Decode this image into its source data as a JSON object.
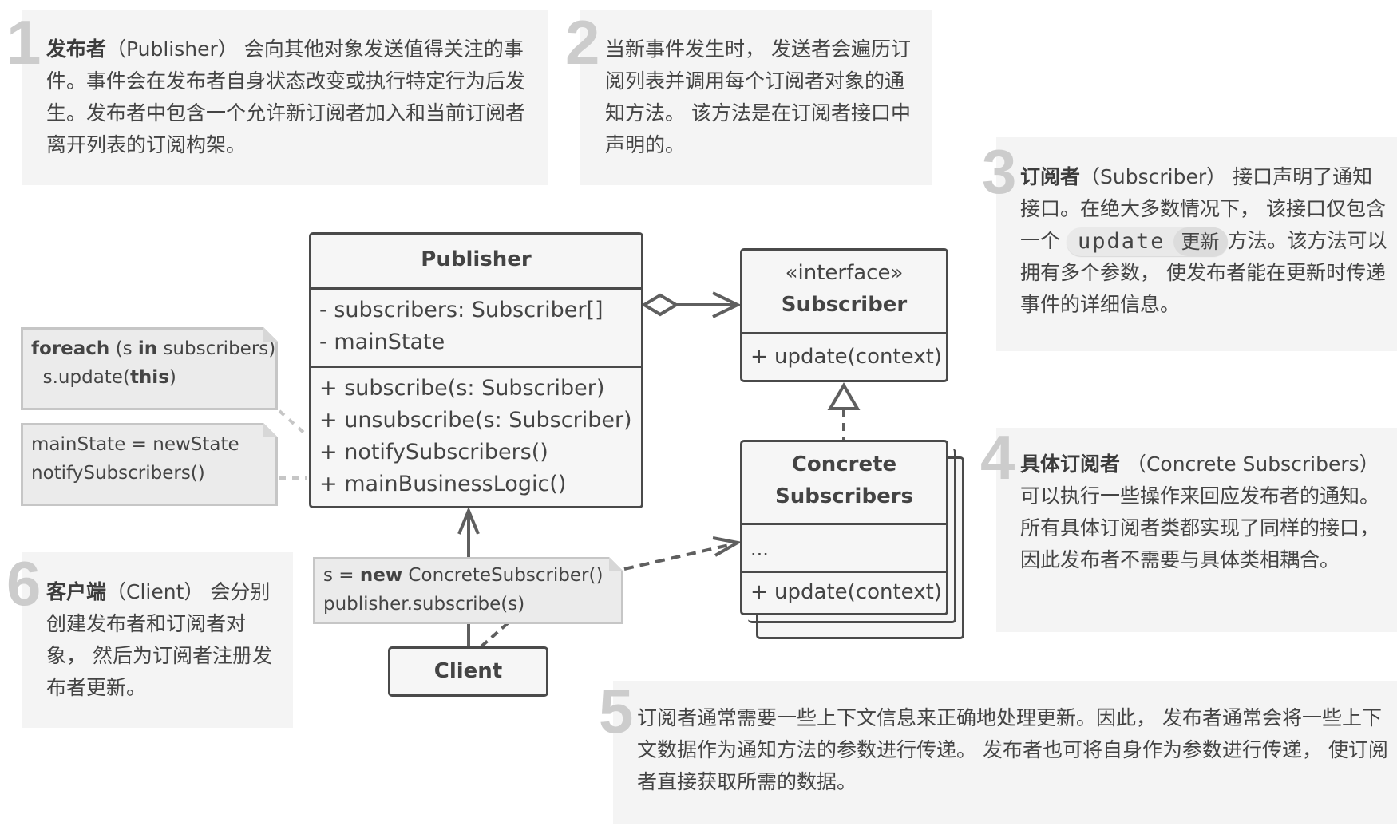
{
  "panels": [
    {
      "number": "1",
      "bold": "发布者",
      "text": "（Publisher） 会向其他对象发送值得关注的事件。事件会在发布者自身状态改变或执行特定行为后发生。发布者中包含一个允许新订阅者加入和当前订阅者离开列表的订阅构架。"
    },
    {
      "number": "2",
      "bold": "",
      "text": "当新事件发生时， 发送者会遍历订阅列表并调用每个订阅者对象的通知方法。 该方法是在订阅者接口中声明的。"
    },
    {
      "number": "3",
      "bold": "订阅者",
      "text_before": "（Subscriber） 接口声明了通知接口。在绝大多数情况下， 该接口仅包含一个",
      "code": "update",
      "code_translation": "更新",
      "text_after": "方法。该方法可以拥有多个参数， 使发布者能在更新时传递事件的详细信息。"
    },
    {
      "number": "4",
      "bold": "具体订阅者",
      "text": " （Concrete Subscribers） 可以执行一些操作来回应发布者的通知。 所有具体订阅者类都实现了同样的接口， 因此发布者不需要与具体类相耦合。"
    },
    {
      "number": "5",
      "bold": "",
      "text": "订阅者通常需要一些上下文信息来正确地处理更新。因此， 发布者通常会将一些上下文数据作为通知方法的参数进行传递。 发布者也可将自身作为参数进行传递， 使订阅者直接获取所需的数据。"
    },
    {
      "number": "6",
      "bold": "客户端",
      "text": "（Client） 会分别创建发布者和订阅者对象， 然后为订阅者注册发布者更新。"
    }
  ],
  "publisher": {
    "title": "Publisher",
    "fields": [
      "- subscribers: Subscriber[]",
      "- mainState"
    ],
    "methods": [
      "+ subscribe(s: Subscriber)",
      "+ unsubscribe(s: Subscriber)",
      "+ notifySubscribers()",
      "+ mainBusinessLogic()"
    ]
  },
  "subscriber": {
    "stereotype": "«interface»",
    "title": "Subscriber",
    "methods": [
      "+ update(context)"
    ]
  },
  "concrete": {
    "title_line1": "Concrete",
    "title_line2": "Subscribers",
    "fields": [
      "..."
    ],
    "methods": [
      "+ update(context)"
    ]
  },
  "client": {
    "title": "Client"
  },
  "notes": {
    "foreach": {
      "kw1": "foreach",
      "mid1": " (s ",
      "kw2": "in",
      "mid2": " subscribers)",
      "line2a": "  s.update(",
      "kw3": "this",
      "line2b": ")"
    },
    "mainstate": {
      "line1": "mainState = newState",
      "line2": "notifySubscribers()"
    },
    "client": {
      "pre": "s = ",
      "kw": "new",
      "post": " ConcreteSubscriber()",
      "line2": "publisher.subscribe(s)"
    }
  }
}
